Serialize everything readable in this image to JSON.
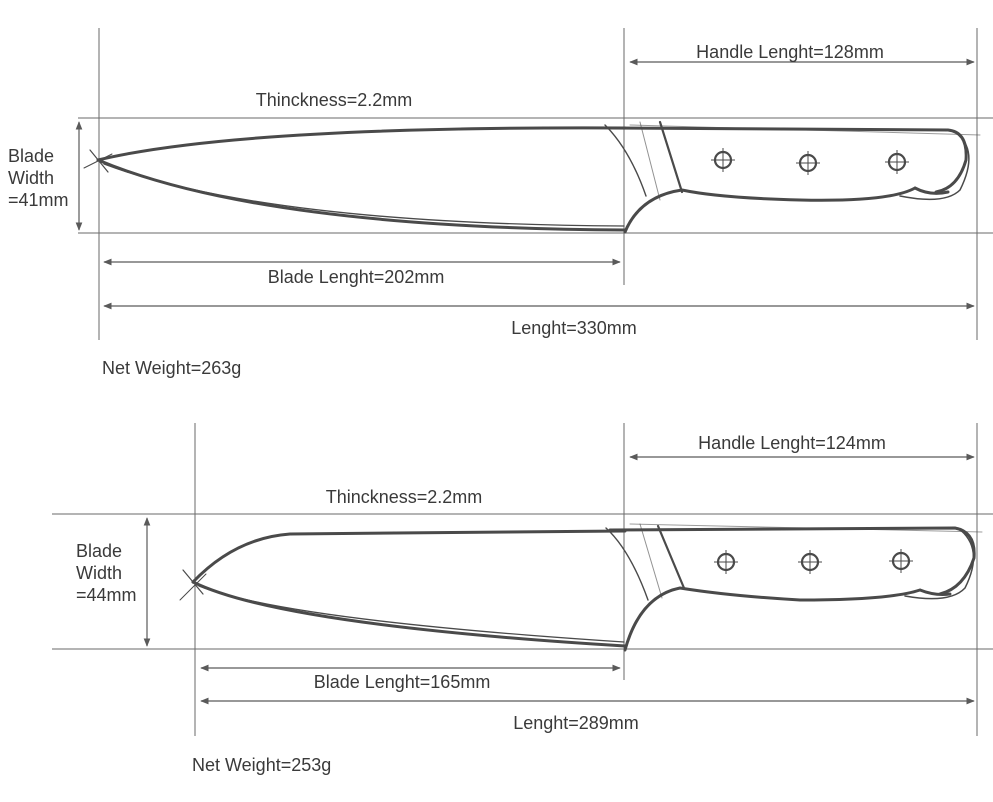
{
  "knives": [
    {
      "handle_length": "Handle Lenght=128mm",
      "thickness": "Thinckness=2.2mm",
      "blade_width": [
        "Blade",
        "Width",
        "=41mm"
      ],
      "blade_length": "Blade Lenght=202mm",
      "total_length": "Lenght=330mm",
      "net_weight": "Net Weight=263g"
    },
    {
      "handle_length": "Handle Lenght=124mm",
      "thickness": "Thinckness=2.2mm",
      "blade_width": [
        "Blade",
        "Width",
        "=44mm"
      ],
      "blade_length": "Blade Lenght=165mm",
      "total_length": "Lenght=289mm",
      "net_weight": "Net Weight=253g"
    }
  ],
  "colors": {
    "line": "#5a5a5a",
    "sketch": "#4a4a4a",
    "text": "#3a3a3a"
  },
  "icons": [
    "rivet-icon",
    "arrow-icon"
  ]
}
